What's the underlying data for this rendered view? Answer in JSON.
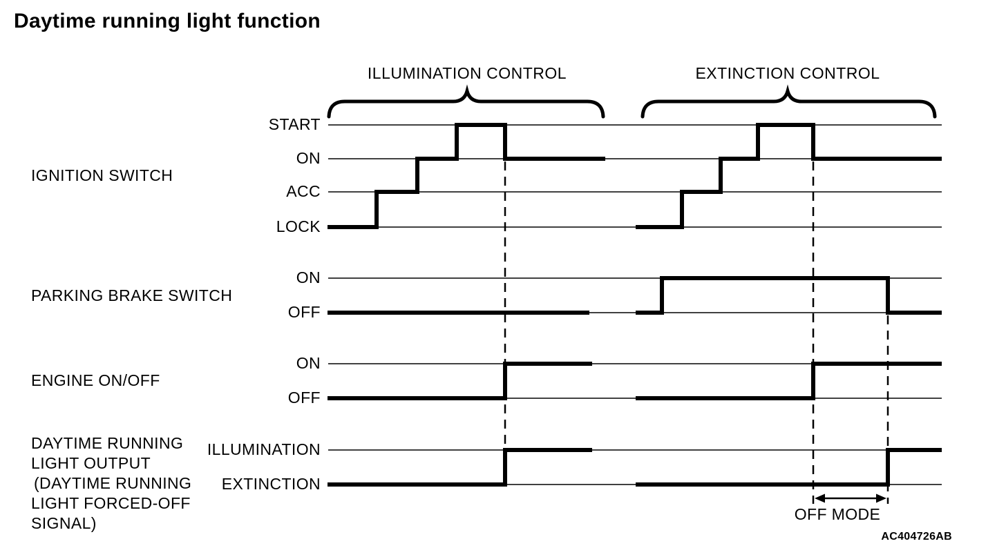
{
  "title": "Daytime running light function",
  "sections": [
    {
      "label": "ILLUMINATION CONTROL"
    },
    {
      "label": "EXTINCTION CONTROL"
    }
  ],
  "signals": [
    {
      "name": "IGNITION SWITCH",
      "levels": [
        "START",
        "ON",
        "ACC",
        "LOCK"
      ],
      "illumination_control_sequence": [
        "LOCK",
        "ACC",
        "ON",
        "START",
        "ON"
      ],
      "extinction_control_sequence": [
        "LOCK",
        "ACC",
        "ON",
        "START",
        "ON"
      ]
    },
    {
      "name": "PARKING BRAKE SWITCH",
      "levels": [
        "ON",
        "OFF"
      ],
      "illumination_control_sequence": [
        "OFF"
      ],
      "extinction_control_sequence": [
        "OFF",
        "ON",
        "OFF"
      ]
    },
    {
      "name": "ENGINE ON/OFF",
      "levels": [
        "ON",
        "OFF"
      ],
      "illumination_control_sequence": [
        "OFF",
        "ON"
      ],
      "extinction_control_sequence": [
        "OFF",
        "ON"
      ]
    },
    {
      "name_lines": [
        "DAYTIME RUNNING",
        "LIGHT OUTPUT",
        "(DAYTIME RUNNING",
        "LIGHT FORCED-OFF",
        "SIGNAL)"
      ],
      "levels": [
        "ILLUMINATION",
        "EXTINCTION"
      ],
      "illumination_control_sequence": [
        "EXTINCTION",
        "ILLUMINATION"
      ],
      "extinction_control_sequence": [
        "EXTINCTION",
        "ILLUMINATION"
      ]
    }
  ],
  "annotations": {
    "off_mode": "OFF MODE",
    "figure_code": "AC404726AB"
  },
  "colors": {
    "ink": "#000000",
    "background": "#ffffff"
  }
}
